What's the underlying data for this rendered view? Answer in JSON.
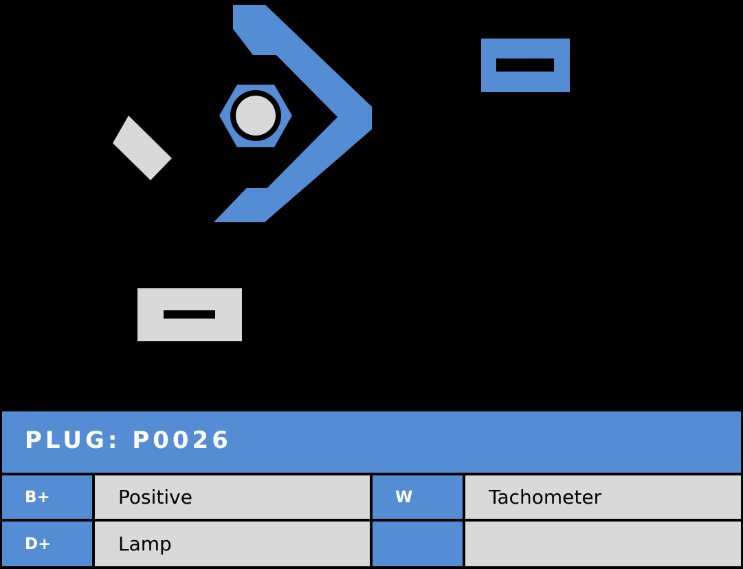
{
  "colors": {
    "blue": "#548dd4",
    "gray": "#d9d9d9",
    "background": "#000000",
    "header_text": "#ffffff"
  },
  "diagram": {
    "shapes": [
      {
        "name": "bracket-terminal",
        "color": "blue"
      },
      {
        "name": "hex-nut-stud",
        "color": "blue",
        "inner": "gray"
      },
      {
        "name": "angled-tab-terminal",
        "color": "gray"
      },
      {
        "name": "slot-terminal-top-right",
        "color": "blue"
      },
      {
        "name": "slot-terminal-bottom-left",
        "color": "gray"
      }
    ]
  },
  "plug": {
    "title": "PLUG: P0026",
    "rows": [
      {
        "left_code": "B+",
        "left_desc": "Positive",
        "right_code": "W",
        "right_desc": "Tachometer"
      },
      {
        "left_code": "D+",
        "left_desc": "Lamp",
        "right_code": "",
        "right_desc": ""
      }
    ]
  }
}
